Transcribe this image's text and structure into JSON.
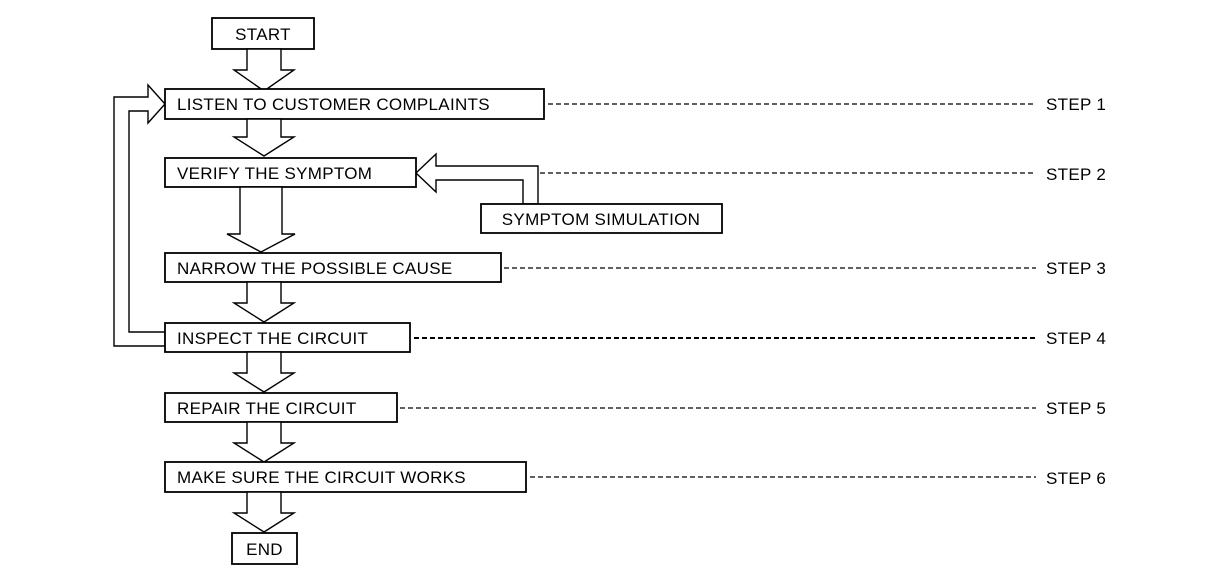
{
  "start": "START",
  "end": "END",
  "steps": [
    {
      "label": "LISTEN TO CUSTOMER COMPLAINTS",
      "step": "STEP 1"
    },
    {
      "label": "VERIFY THE SYMPTOM",
      "step": "STEP 2"
    },
    {
      "label": "NARROW THE POSSIBLE CAUSE",
      "step": "STEP 3"
    },
    {
      "label": "INSPECT THE CIRCUIT",
      "step": "STEP 4"
    },
    {
      "label": "REPAIR THE CIRCUIT",
      "step": "STEP 5"
    },
    {
      "label": "MAKE SURE THE CIRCUIT WORKS",
      "step": "STEP 6"
    }
  ],
  "side_box": "SYMPTOM SIMULATION"
}
